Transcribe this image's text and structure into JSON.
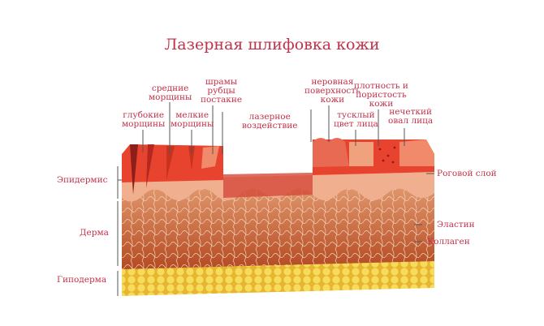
{
  "title": "Лазерная шлифовка кожи",
  "top_labels": {
    "deep": "глубокие\nморщины",
    "medium": "средние\nморщины",
    "fine": "мелкие\nморщины",
    "scars": "шрамы\nрубцы\nпостакне",
    "laser": "лазерное\nвоздействие",
    "uneven": "неровная\nповерхность\nкожи",
    "dull": "тусклый\nцвет лица",
    "density": "плотность и\nпористость\nкожи",
    "oval": "нечеткий\nовал лица"
  },
  "left_labels": {
    "epidermis": "Эпидермис",
    "dermis": "Дерма",
    "hypodermis": "Гиподерма"
  },
  "right_labels": {
    "stratum": "Роговой слой",
    "elastin": "Эластин",
    "collagen": "Коллаген"
  },
  "colors": {
    "accent": "#c2314a",
    "epidermis": "#e8432e",
    "dermis": "#c8602e",
    "hypodermis": "#f2cf48"
  }
}
